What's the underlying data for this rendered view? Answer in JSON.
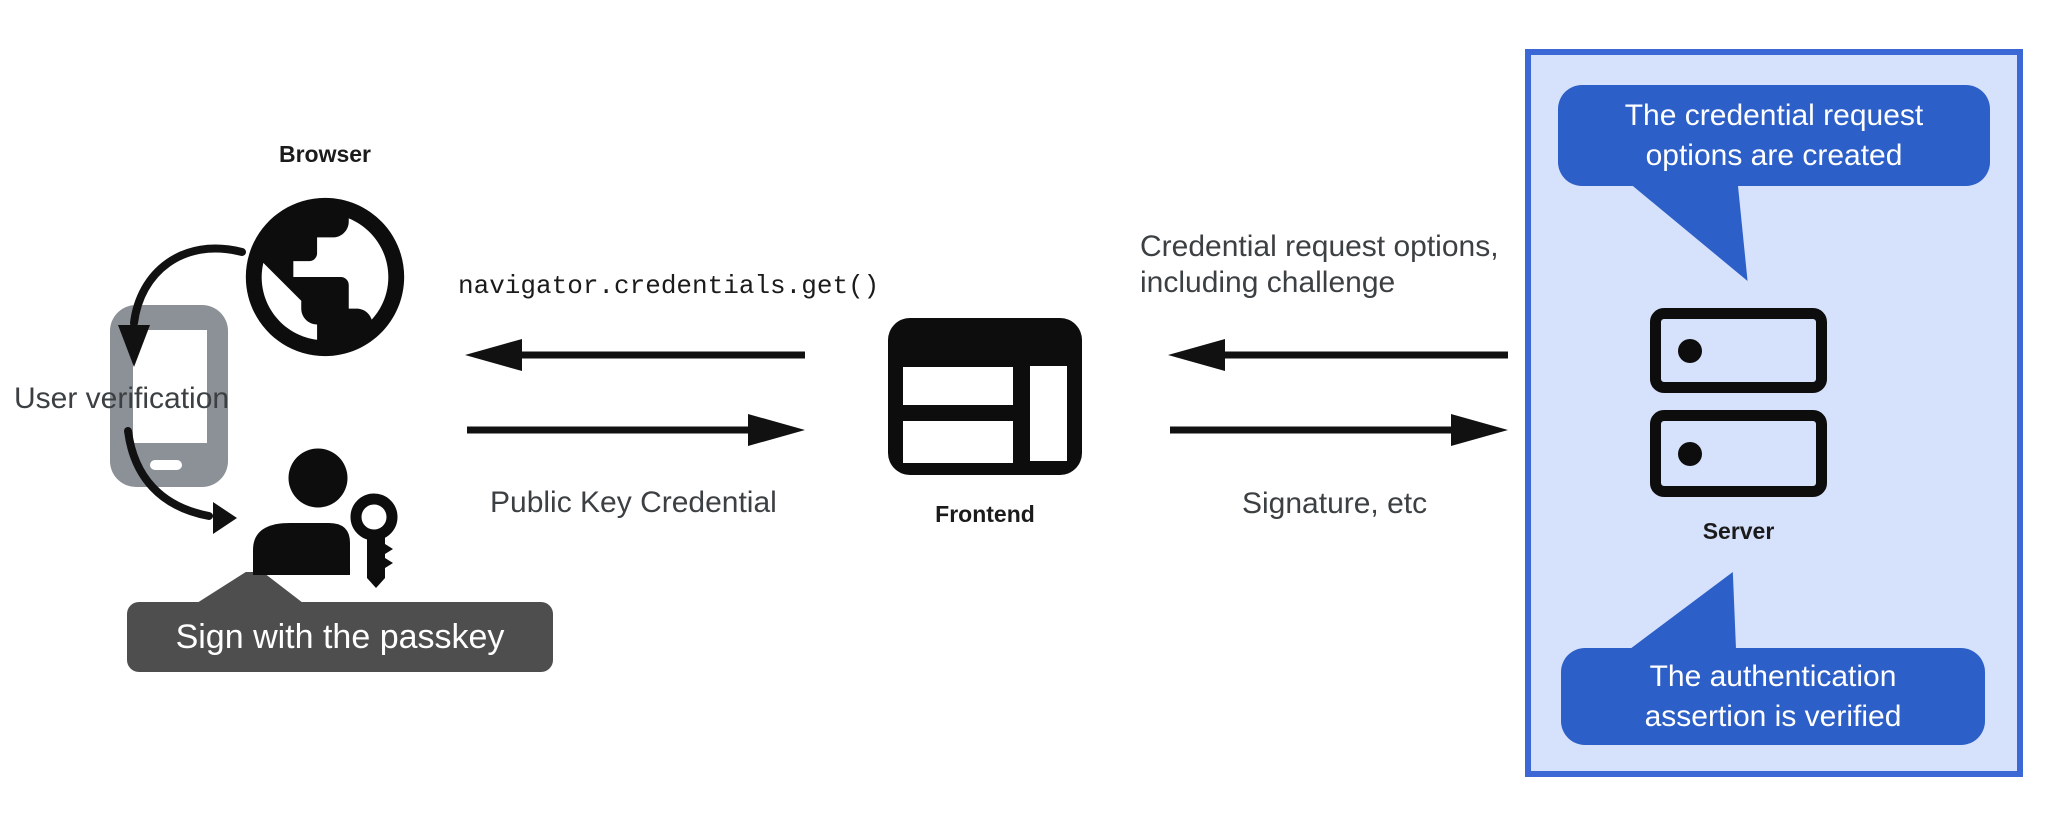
{
  "left": {
    "browser_label": "Browser",
    "user_verification_label": "User verification",
    "passkey_badge": "Sign with the passkey"
  },
  "middle": {
    "code_text": "navigator.credentials.get()",
    "public_key_label": "Public Key Credential",
    "frontend_label": "Frontend"
  },
  "right": {
    "request_options_lines": [
      "Credential request options,",
      "including challenge"
    ],
    "signature_label": "Signature, etc",
    "server_label": "Server",
    "bubble_top_lines": [
      "The credential request",
      "options are created"
    ],
    "bubble_bottom_lines": [
      "The authentication",
      "assertion is verified"
    ]
  },
  "icons": {
    "browser": "globe-icon",
    "user_device": "smartphone-icon",
    "user": "passkey-person-icon",
    "frontend": "browser-window-icon",
    "server": "server-rack-icon"
  },
  "colors": {
    "bubble_blue": "#2d5fc8",
    "panel_border_blue": "#3b68d4",
    "panel_fill_blue": "#d6e1fb",
    "phone_gray": "#8b9197",
    "badge_gray": "#4e4e4e",
    "icon_black": "#0d0d0d"
  }
}
